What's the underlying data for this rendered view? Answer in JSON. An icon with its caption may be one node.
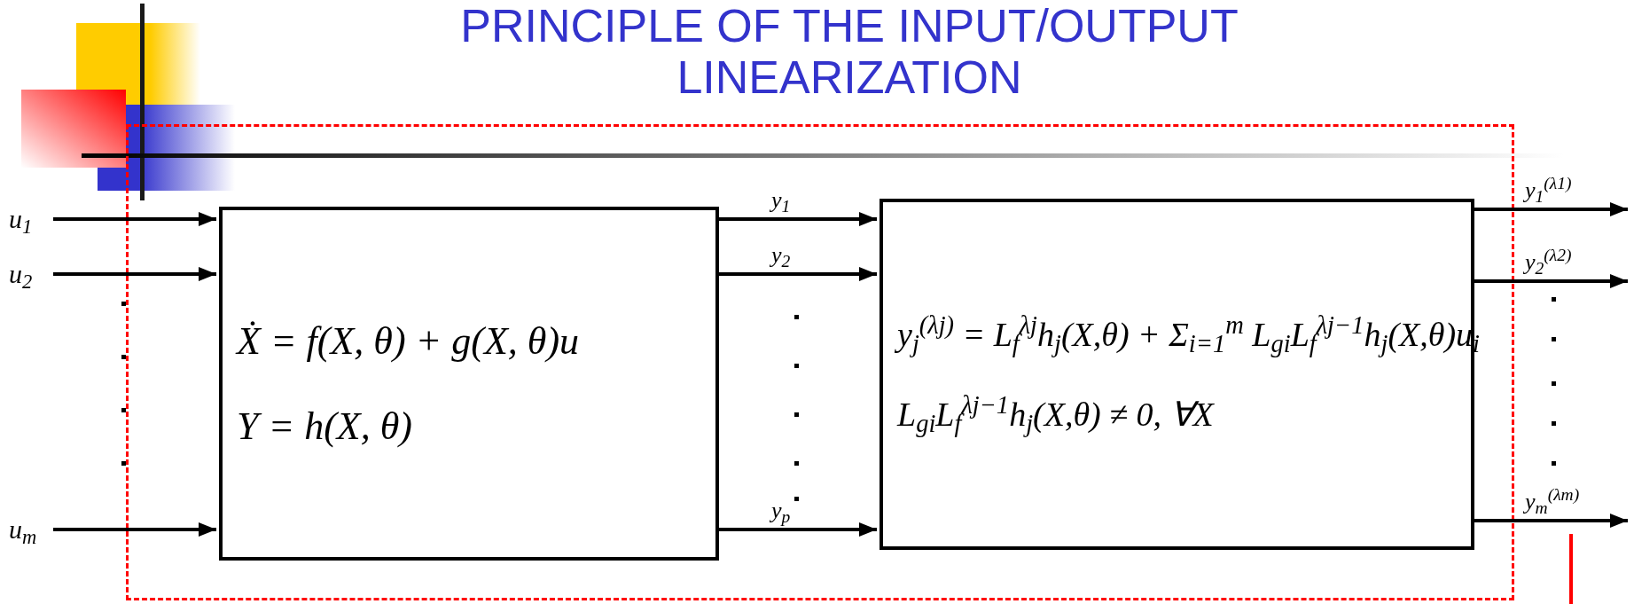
{
  "diagram": {
    "title": "PRINCIPLE OF THE INPUT/OUTPUT LINEARIZATION",
    "nodes": [
      {
        "text": [],
        "shape": "box"
      },
      {
        "text": [
          "u$_{1}$"
        ]
      },
      {
        "text": [
          "u$_{2}$"
        ]
      },
      {
        "text": [
          "u$_{m}$"
        ]
      },
      {
        "text": [
          "Ẋ = f(X, θ) + g(X, θ)u",
          "Y = h(X, θ)"
        ],
        "in": 0
      },
      {
        "text": [
          "y$_{j}$$^{(λj)}$ = L$_{f}$$^{λj}$h$_{j}$(X,θ) + Σ$_{i=1}$$^{m}$ L$_{gi}$L$_{f}$$^{λj−1}$h$_{j}$(X,θ)u$_{i}$",
          "L$_{gi}$L$_{f}$$^{λj−1}$h$_{j}$(X,θ) ≠ 0,   ∀X"
        ],
        "in": 0
      }
    ],
    "edges": [
      {
        "from": 1,
        "to": 4,
        "arrow": "to"
      },
      {
        "from": 2,
        "to": 4,
        "arrow": "to"
      },
      {
        "from": 3,
        "to": 4,
        "arrow": "to"
      },
      {
        "from": 4,
        "to": 5,
        "arrow": "to",
        "label": "y$_{1}$"
      },
      {
        "from": 4,
        "to": 5,
        "arrow": "to",
        "label": "y$_{2}$"
      },
      {
        "from": 4,
        "to": 5,
        "arrow": "to",
        "label": "y$_{p}$"
      },
      {
        "from": 5,
        "to": null,
        "arrow": "to",
        "label": "y$_{1}$$^{(λ1)}$"
      },
      {
        "from": 5,
        "to": null,
        "arrow": "to",
        "label": "y$_{2}$$^{(λ2)}$"
      },
      {
        "from": 5,
        "to": null,
        "arrow": "to",
        "label": "y$_{m}$$^{(λm)}$"
      }
    ]
  }
}
